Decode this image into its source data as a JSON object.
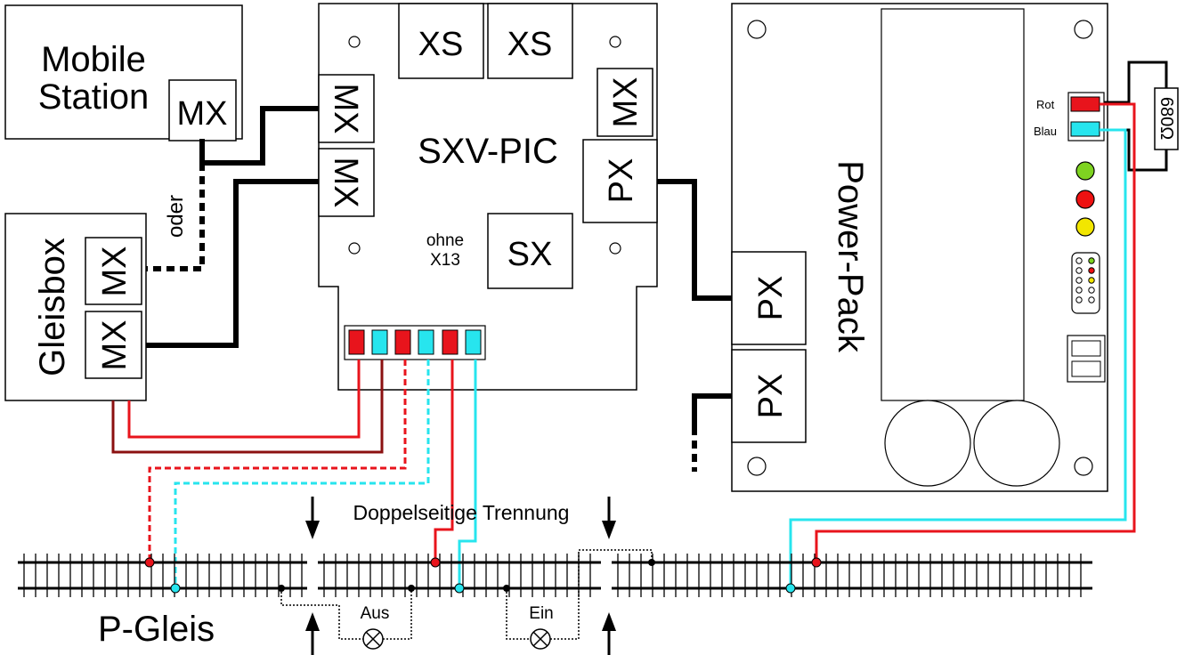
{
  "mobile_station": {
    "line1": "Mobile",
    "line2": "Station",
    "port": "MX"
  },
  "gleisbox": {
    "title": "Gleisbox",
    "port_top": "MX",
    "port_bottom": "MX"
  },
  "oder_label": "oder",
  "sxv_pic": {
    "title": "SXV-PIC",
    "port_xs_left": "XS",
    "port_xs_right": "XS",
    "port_mx_left_top": "MX",
    "port_mx_left_bottom": "MX",
    "port_mx_right": "MX",
    "port_px": "PX",
    "port_sx": "SX",
    "note_line1": "ohne",
    "note_line2": "X13"
  },
  "power_pack": {
    "title": "Power-Pack",
    "port_px_top": "PX",
    "port_px_bottom": "PX",
    "label_rot": "Rot",
    "label_blau": "Blau"
  },
  "resistor_label": "680Ω",
  "track": {
    "separation_label": "Doppelseitige Trennung",
    "lamp_off_label": "Aus",
    "lamp_on_label": "Ein",
    "p_gleis_label": "P-Gleis"
  },
  "colors": {
    "red": "#e8141c",
    "dark_red": "#8b1010",
    "cyan": "#27e5ee",
    "led_green": "#7ed321",
    "led_red": "#ee1111",
    "led_yellow": "#f2e600"
  }
}
